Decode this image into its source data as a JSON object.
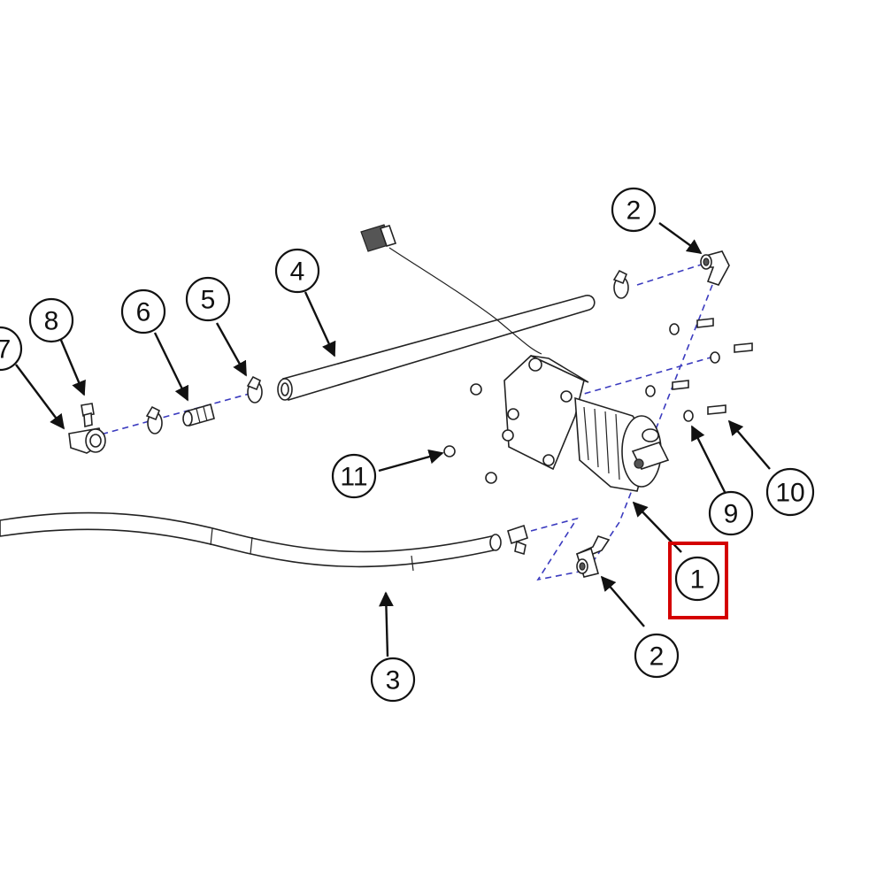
{
  "callouts": [
    {
      "id": "2a",
      "label": "2"
    },
    {
      "id": "4",
      "label": "4"
    },
    {
      "id": "5",
      "label": "5"
    },
    {
      "id": "6",
      "label": "6"
    },
    {
      "id": "7",
      "label": "7"
    },
    {
      "id": "8",
      "label": "8"
    },
    {
      "id": "11",
      "label": "11"
    },
    {
      "id": "1",
      "label": "1"
    },
    {
      "id": "9",
      "label": "9"
    },
    {
      "id": "10",
      "label": "10"
    },
    {
      "id": "2b",
      "label": "2"
    },
    {
      "id": "3",
      "label": "3"
    }
  ],
  "highlight": {
    "target": "1",
    "color": "#d40000"
  },
  "colors": {
    "dash": "#3b3bbf",
    "ink": "#111111"
  }
}
